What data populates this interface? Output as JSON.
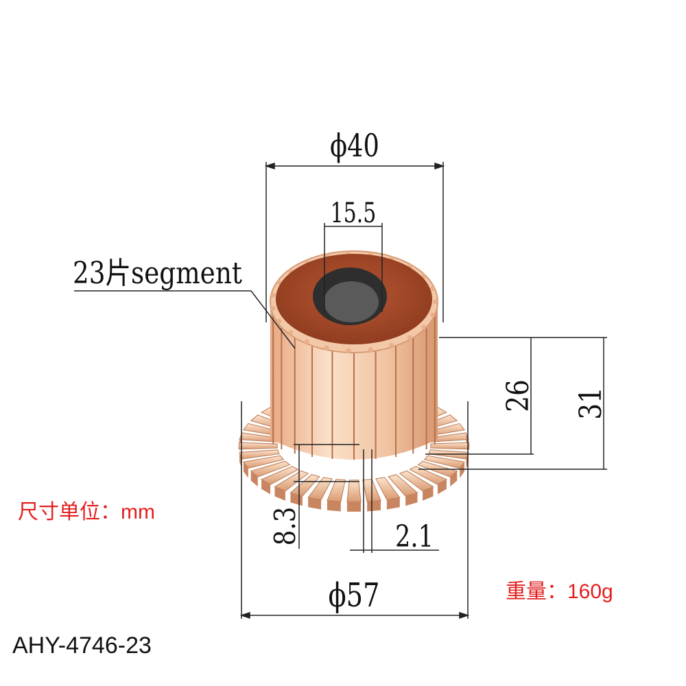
{
  "dimensions": {
    "outer_diameter_top": "ϕ40",
    "inner_bore": "15.5",
    "segments_label": "23片segment",
    "height_body": "26",
    "height_total": "31",
    "hook_height": "8.3",
    "hook_width": "2.1",
    "outer_diameter_bottom": "ϕ57"
  },
  "notes": {
    "unit": "尺寸单位：mm",
    "weight": "重量：160g",
    "model": "AHY-4746-23"
  },
  "colors": {
    "copper_light": "#f2c29c",
    "copper_dark": "#c98a62",
    "insulator": "#a64a2a",
    "bore": "#3a3a3a",
    "note_red": "#e41e1e"
  },
  "part": {
    "segment_count": 23,
    "part_icon": "commutator-illustration"
  }
}
